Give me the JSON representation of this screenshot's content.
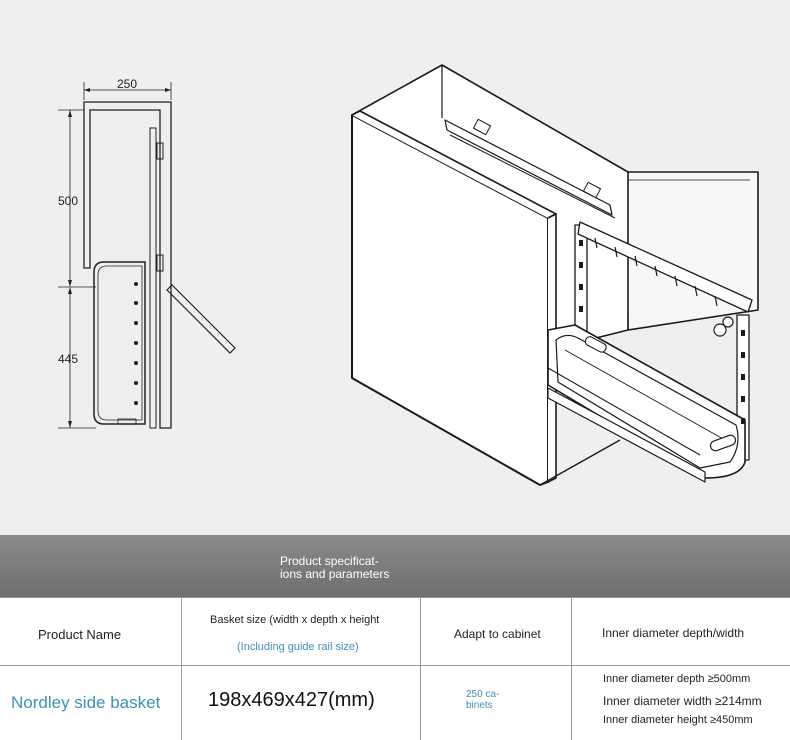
{
  "drawing": {
    "dim_width": "250",
    "dim_upper": "500",
    "dim_lower": "445"
  },
  "banner": {
    "title_line1": "Product specificat-",
    "title_line2": "ions and parameters"
  },
  "table": {
    "headers": {
      "product_name": "Product Name",
      "basket_size": "Basket size (width x depth x height",
      "basket_size_sub": "(Including guide rail size)",
      "adapt": "Adapt to cabinet",
      "inner": "Inner diameter depth/width"
    },
    "row": {
      "name": "Nordley side basket",
      "size": "198x469x427(mm)",
      "adapt_line1": "250 ca-",
      "adapt_line2": "binets",
      "inner_depth": "Inner diameter depth ≥500mm",
      "inner_width": "Inner diameter width ≥214mm",
      "inner_height": "Inner diameter height ≥450mm"
    }
  },
  "colors": {
    "accent_blue": "#3f8fb5",
    "banner_gray": "#7a7a7a",
    "background": "#efefef"
  }
}
